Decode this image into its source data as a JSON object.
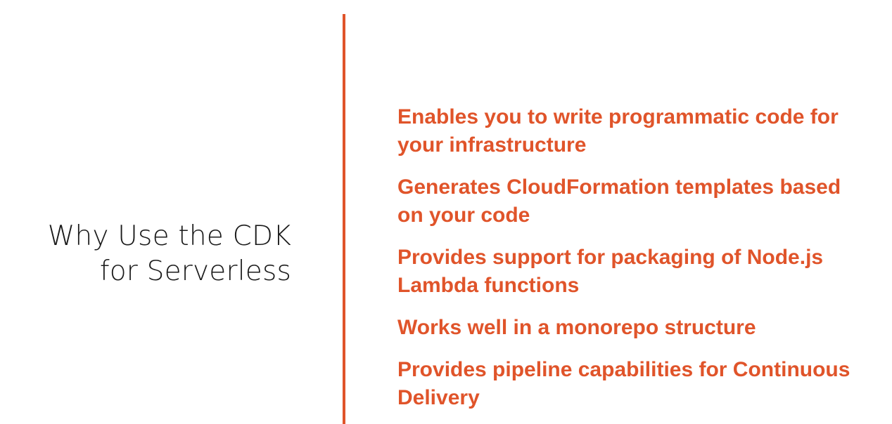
{
  "slide": {
    "title_lines": [
      "Why Use the CDK",
      "for Serverless"
    ],
    "accent_color": "#e0542a",
    "bullets": [
      "Enables you to write programmatic code for\nyour infrastructure",
      "Generates CloudFormation templates based\non your code",
      "Provides support for packaging of Node.js\nLambda functions",
      "Works well in a monorepo structure",
      "Provides pipeline capabilities for Continuous\nDelivery"
    ]
  }
}
